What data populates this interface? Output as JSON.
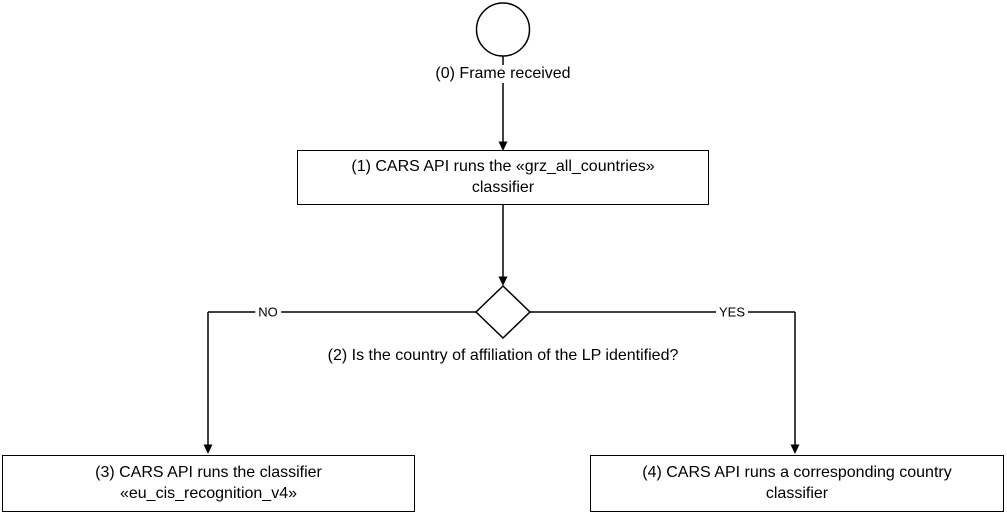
{
  "flowchart": {
    "start": {
      "label": "(0) Frame received"
    },
    "step1": {
      "line1": "(1) CARS API runs the «grz_all_countries»",
      "line2": "classifier"
    },
    "decision": {
      "label": "(2) Is the country of affiliation of the LP identified?",
      "no": "NO",
      "yes": "YES"
    },
    "step3": {
      "line1": "(3) CARS API runs the classifier",
      "line2": "«eu_cis_recognition_v4»"
    },
    "step4": {
      "line1": "(4) CARS API runs a corresponding country",
      "line2": "classifier"
    },
    "colors": {
      "stroke": "#000000",
      "background": "#ffffff"
    }
  }
}
